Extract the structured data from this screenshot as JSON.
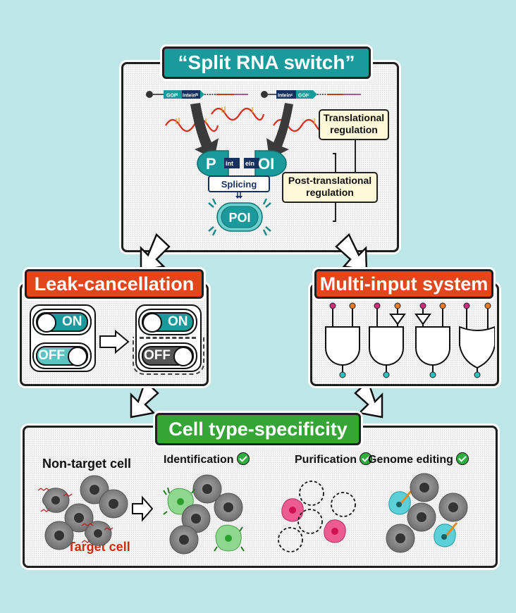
{
  "colors": {
    "background": "#bfe6e6",
    "teal": "#1a9a9a",
    "red_orange": "#e3461c",
    "green": "#35a535",
    "target_red": "#d02a10",
    "label_box": "#fcf8d8"
  },
  "split_rna_switch": {
    "title": "“Split RNA switch”",
    "construct_left": [
      "GOIᴺ",
      "Inteinᴺ"
    ],
    "construct_right": [
      "Inteinᶜ",
      "GOIᶜ"
    ],
    "protein_left": "P",
    "protein_right": "OI",
    "intein_left": "int",
    "intein_right": "ein",
    "splicing_label": "Splicing",
    "product_label": "POI",
    "translational_label": "Translational regulation",
    "post_translational_label": "Post-translational regulation"
  },
  "leak_cancellation": {
    "title": "Leak-cancellation",
    "on_label": "ON",
    "off_label": "OFF"
  },
  "multi_input": {
    "title": "Multi-input system",
    "gates": [
      "AND",
      "AND (inverted B)",
      "AND (inverted A)",
      "OR"
    ]
  },
  "cell_type_specificity": {
    "title": "Cell type-specificity",
    "non_target_label": "Non-target cell",
    "target_label": "Target cell",
    "applications": [
      {
        "label": "Identification",
        "check": true
      },
      {
        "label": "Purification",
        "check": true
      },
      {
        "label": "Genome editing",
        "check": true
      }
    ]
  }
}
